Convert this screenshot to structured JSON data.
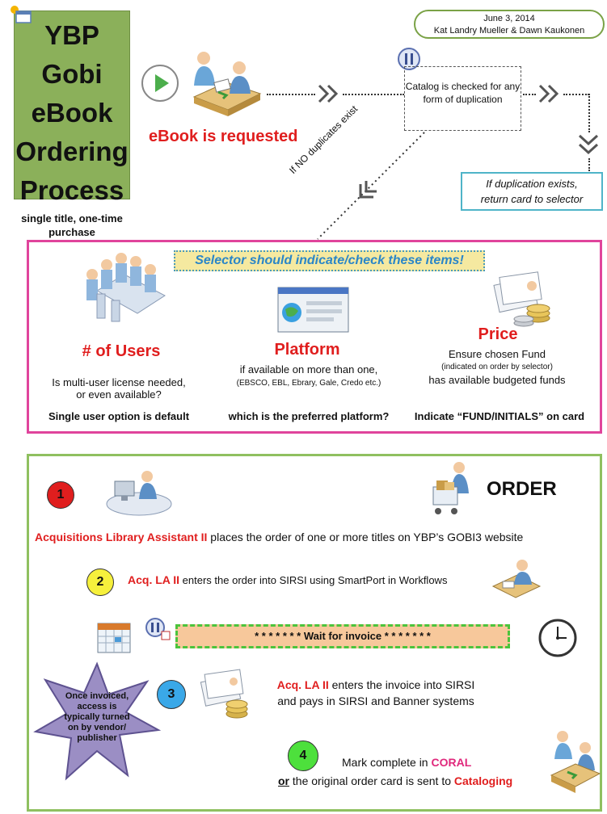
{
  "title": {
    "line1": "YBP Gobi",
    "line2": "eBook",
    "line3": "Ordering",
    "line4": "Process",
    "sub1": "single title, one-time",
    "sub2": "purchase"
  },
  "header": {
    "date": "June 3, 2014",
    "authors": "Kat Landry Mueller & Dawn Kaukonen"
  },
  "flow": {
    "request_label": "eBook is requested",
    "catalog_check": "Catalog is checked for any form of duplication",
    "no_duplicates": "If NO duplicates exist",
    "duplication_exists_1": "If duplication exists,",
    "duplication_exists_2": "return card to selector"
  },
  "selector": {
    "banner": "Selector should indicate/check these items!",
    "users": {
      "heading": "# of Users",
      "line1": "Is multi-user license needed,",
      "line2": "or even available?",
      "note": "Single user option is default"
    },
    "platform": {
      "heading": "Platform",
      "line1": "if available on more than one,",
      "line2": "(EBSCO, EBL, Ebrary, Gale, Credo  etc.)",
      "note": "which is the preferred platform?"
    },
    "price": {
      "heading": "Price",
      "line1": "Ensure chosen Fund",
      "line2": "(indicated on order by selector)",
      "line3": "has available budgeted funds",
      "note": "Indicate “FUND/INITIALS” on card"
    }
  },
  "order": {
    "heading": "ORDER",
    "step1": {
      "num": "1",
      "who": "Acquisitions Library Assistant II",
      "text": " places the order of one or more titles on YBP’s GOBI3 website"
    },
    "step2": {
      "num": "2",
      "who": "Acq. LA II",
      "text": " enters the order into SIRSI using SmartPort in Workflows"
    },
    "wait": "*  *  *  *  *  *  *  Wait for invoice   *  *  *  *  *  *  *",
    "step3": {
      "num": "3",
      "who": "Acq. LA II",
      "text1": " enters the invoice into SIRSI",
      "text2": "and pays in SIRSI and Banner systems"
    },
    "star_note": [
      "Once invoiced,",
      "access is",
      "typically turned",
      "on by vendor/",
      "publisher"
    ],
    "step4": {
      "num": "4",
      "line1_pre": "Mark complete in ",
      "coral": "CORAL",
      "or": "or",
      "line2_mid": " the original order card is sent to ",
      "cataloging": "Cataloging"
    }
  },
  "colors": {
    "title_green": "#8bb05a",
    "accent_red": "#e01e1e",
    "pink_border": "#e0449c",
    "green_border": "#8fc060",
    "step1": "#e01e1e",
    "step2": "#f6f03c",
    "step3": "#3aa8e8",
    "step4": "#4de03c"
  }
}
